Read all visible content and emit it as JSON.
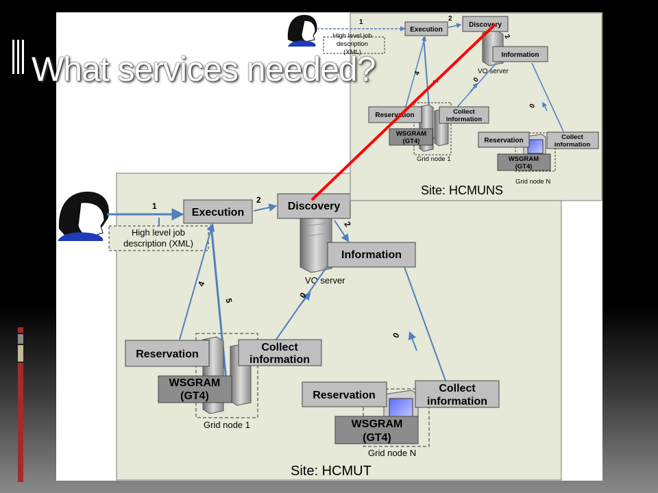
{
  "slide": {
    "title": "What services needed?"
  },
  "site_hcmut": {
    "label": "Site: HCMUT",
    "execution": "Execution",
    "discovery": "Discovery",
    "information": "Information",
    "vo_server": "VO server",
    "job_desc_line1": "High level job",
    "job_desc_line2": "description (XML)",
    "node1": {
      "reservation": "Reservation",
      "collect_line1": "Collect",
      "collect_line2": "information",
      "wsgram_line1": "WSGRAM",
      "wsgram_line2": "(GT4)",
      "label": "Grid node 1"
    },
    "nodeN": {
      "reservation": "Reservation",
      "collect_line1": "Collect",
      "collect_line2": "information",
      "wsgram_line1": "WSGRAM",
      "wsgram_line2": "(GT4)",
      "label": "Grid node N"
    },
    "step1": "1",
    "step2": "2",
    "step2b": "2",
    "step4": "4",
    "step5": "5",
    "step0a": "0",
    "step0b": "0"
  },
  "site_hcmuns": {
    "label": "Site: HCMUNS",
    "execution": "Execution",
    "discovery": "Discovery",
    "information": "Information",
    "vo_server": "VO server",
    "job_desc_line1": "High level job",
    "job_desc_line2": "description",
    "job_desc_line3": "(XML)",
    "node1": {
      "reservation": "Reservation",
      "collect_line1": "Collect",
      "collect_line2": "information",
      "wsgram_line1": "WSGRAM",
      "wsgram_line2": "(GT4)",
      "label": "Grid node 1"
    },
    "nodeN": {
      "reservation": "Reservation",
      "collect_line1": "Collect",
      "collect_line2": "information",
      "wsgram_line1": "WSGRAM",
      "wsgram_line2": "(GT4)",
      "label": "Grid node N"
    },
    "step1": "1",
    "step2": "2",
    "step2b": "2",
    "step4": "4",
    "step5": "5",
    "step0a": "0",
    "step0b": "0"
  },
  "colors": {
    "site_fill": "#e6e8d8",
    "box_fill": "#bfbfbf",
    "dark_box": "#8c8c8c",
    "arrow": "#4f7fbf",
    "link": "#ff0000",
    "deco_red": "#a52a2a",
    "deco_gray": "#888888",
    "deco_tan": "#c8b89a"
  }
}
